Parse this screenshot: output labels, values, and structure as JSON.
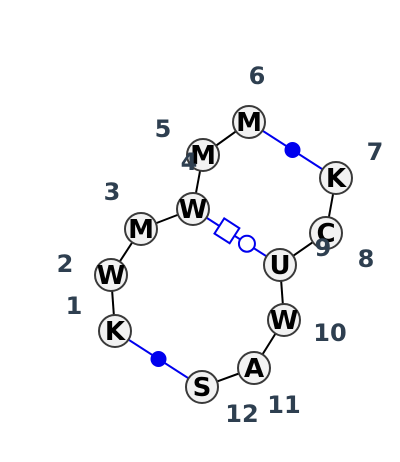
{
  "colors": {
    "bond": "#000000",
    "special_bond": "#0000ee",
    "node_fill": "#f2f2f2",
    "node_stroke": "#3a3a3a",
    "number_text": "#2e3f50"
  },
  "nodes": [
    {
      "id": "n1",
      "label": "K"
    },
    {
      "id": "n2",
      "label": "W"
    },
    {
      "id": "n3",
      "label": "M"
    },
    {
      "id": "n4",
      "label": "W"
    },
    {
      "id": "n5",
      "label": "M"
    },
    {
      "id": "n6",
      "label": "M"
    },
    {
      "id": "n7",
      "label": "K"
    },
    {
      "id": "n8",
      "label": "C"
    },
    {
      "id": "n9",
      "label": "U"
    },
    {
      "id": "n10",
      "label": "W"
    },
    {
      "id": "n11",
      "label": "A"
    },
    {
      "id": "n12",
      "label": "S"
    }
  ],
  "numbers": [
    {
      "id": "num1",
      "text": "1"
    },
    {
      "id": "num2",
      "text": "2"
    },
    {
      "id": "num3",
      "text": "3"
    },
    {
      "id": "num4",
      "text": "4"
    },
    {
      "id": "num5",
      "text": "5"
    },
    {
      "id": "num6",
      "text": "6"
    },
    {
      "id": "num7",
      "text": "7"
    },
    {
      "id": "num8",
      "text": "8"
    },
    {
      "id": "num9",
      "text": "9"
    },
    {
      "id": "num10",
      "text": "10"
    },
    {
      "id": "num11",
      "text": "11"
    },
    {
      "id": "num12",
      "text": "12"
    }
  ],
  "bonds": [
    {
      "from": "n1",
      "to": "n2",
      "style": "plain"
    },
    {
      "from": "n2",
      "to": "n3",
      "style": "plain"
    },
    {
      "from": "n3",
      "to": "n4",
      "style": "plain"
    },
    {
      "from": "n4",
      "to": "n5",
      "style": "plain"
    },
    {
      "from": "n5",
      "to": "n6",
      "style": "plain"
    },
    {
      "from": "n6",
      "to": "n7",
      "style": "blue-dot"
    },
    {
      "from": "n7",
      "to": "n8",
      "style": "plain"
    },
    {
      "from": "n8",
      "to": "n9",
      "style": "plain"
    },
    {
      "from": "n9",
      "to": "n10",
      "style": "plain"
    },
    {
      "from": "n10",
      "to": "n11",
      "style": "plain"
    },
    {
      "from": "n11",
      "to": "n12",
      "style": "plain"
    },
    {
      "from": "n12",
      "to": "n1",
      "style": "blue-dot"
    },
    {
      "from": "n4",
      "to": "n9",
      "style": "blue-square-circle"
    }
  ]
}
